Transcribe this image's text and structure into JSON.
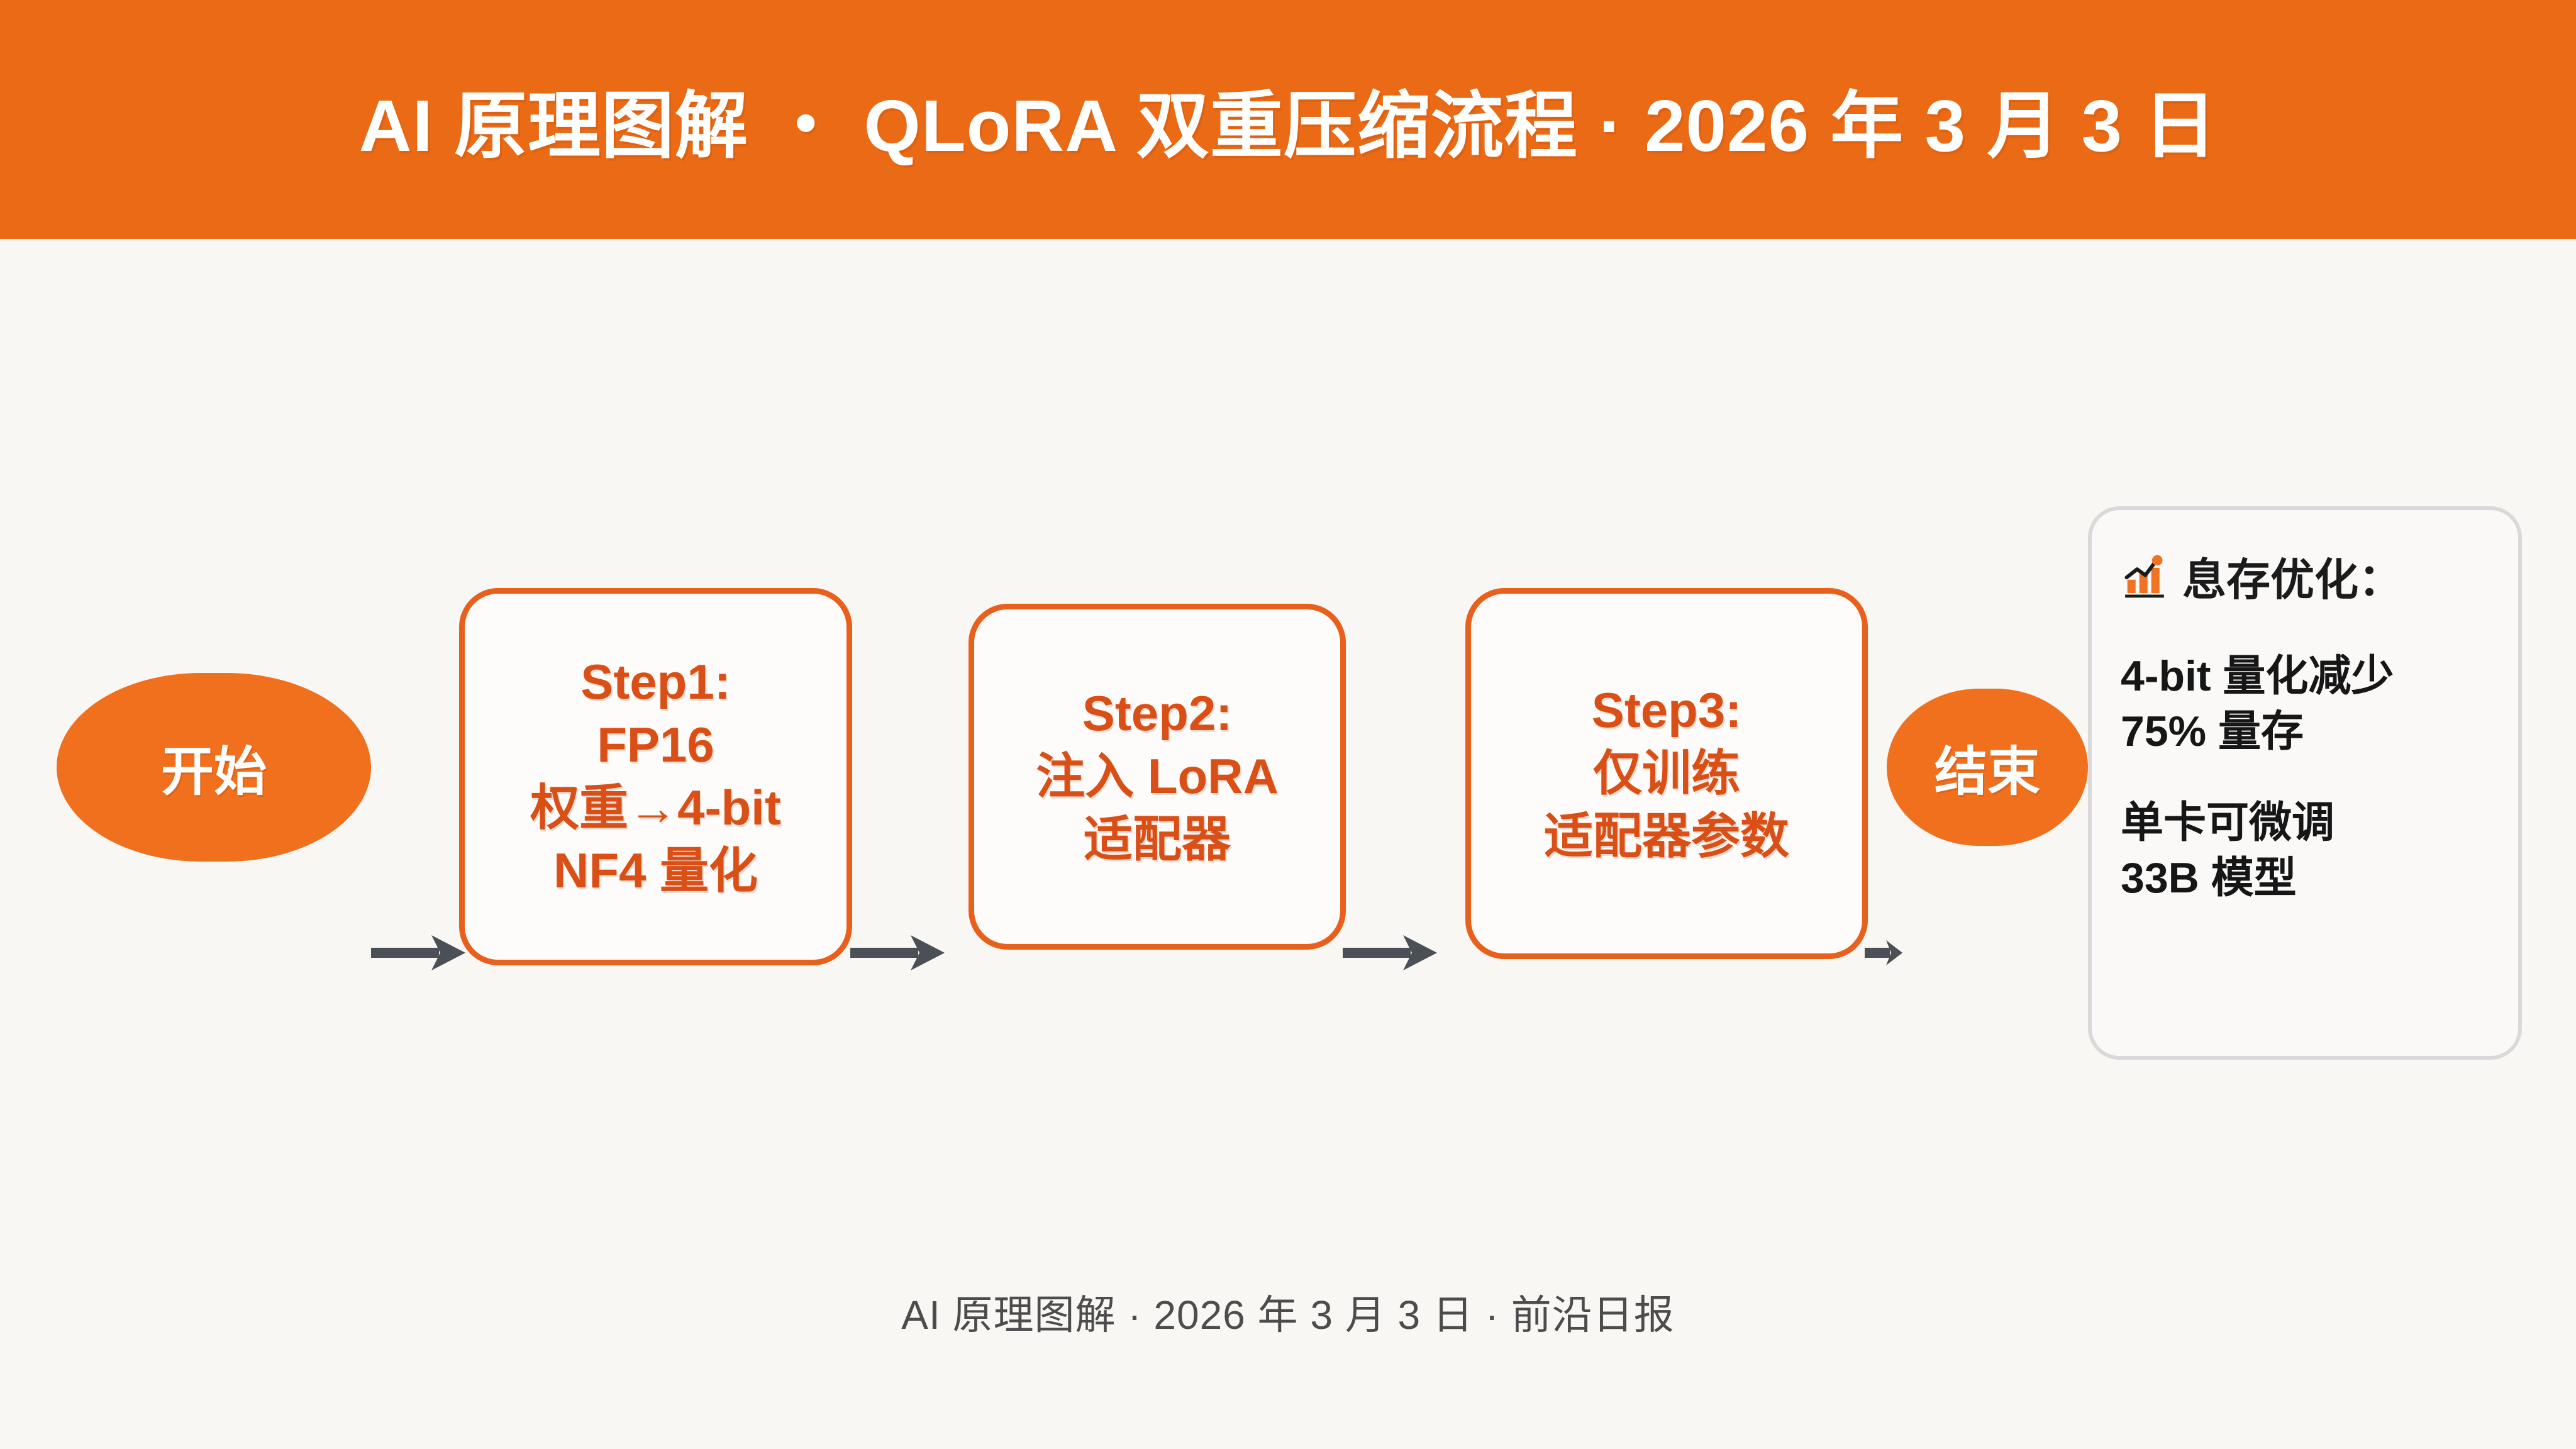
{
  "header": {
    "title": "AI 原理图解 ・ QLoRA 双重压缩流程 · 2026 年 3 月 3 日",
    "background_color": "#ea6a15",
    "text_color": "#ffffff"
  },
  "theme": {
    "accent_orange": "#e8601c",
    "terminal_fill": "#f1701e",
    "page_background": "#f8f7f4",
    "arrow_color": "#4a5055",
    "panel_border": "#d9d9d9",
    "body_text": "#161616"
  },
  "flow": {
    "nodes": [
      {
        "id": "start",
        "kind": "terminal",
        "label": "开始"
      },
      {
        "id": "step1",
        "kind": "process",
        "lines": [
          "Step1:",
          "FP16",
          "权重→4-bit",
          "NF4 量化"
        ]
      },
      {
        "id": "step2",
        "kind": "process",
        "lines": [
          "Step2:",
          "注入 LoRA",
          "适配器"
        ]
      },
      {
        "id": "step3",
        "kind": "process",
        "lines": [
          "Step3:",
          "仅训练",
          "适配器参数"
        ]
      },
      {
        "id": "end",
        "kind": "terminal",
        "label": "结束"
      }
    ],
    "edges": [
      {
        "from": "start",
        "to": "step1"
      },
      {
        "from": "step1",
        "to": "step2"
      },
      {
        "from": "step2",
        "to": "step3"
      },
      {
        "from": "step3",
        "to": "end"
      }
    ]
  },
  "side_panel": {
    "icon": "chart-increasing-icon",
    "title": "息存优化：",
    "blocks": [
      {
        "lines": [
          "4-bit 量化减少",
          "75% 量存"
        ]
      },
      {
        "lines": [
          "单卡可微调",
          "33B 模型"
        ]
      }
    ]
  },
  "footer": {
    "text": "AI 原理图解 · 2026 年 3 月 3 日 · 前沿日报"
  }
}
